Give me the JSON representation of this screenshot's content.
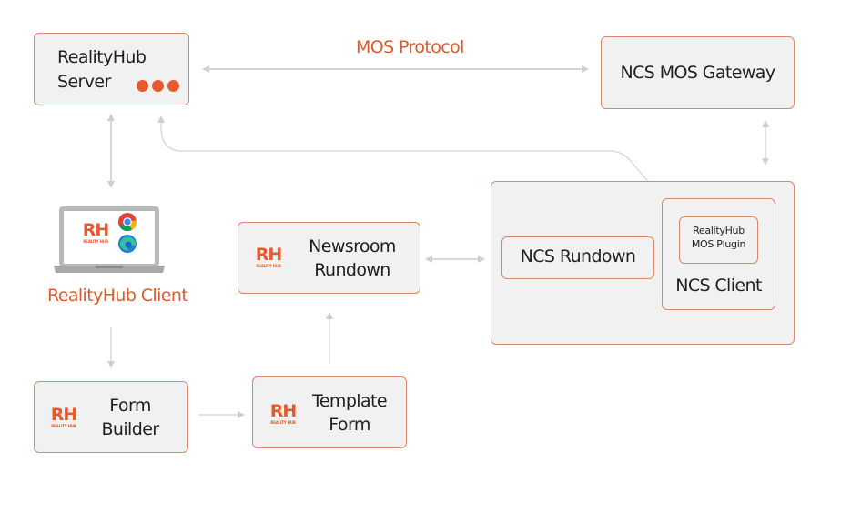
{
  "protocol_label": "MOS Protocol",
  "colors": {
    "accent": "#e8592b",
    "box_fill": "#f1f1f1",
    "box_border": "#d9866a",
    "arrow": "#cfcfcf"
  },
  "nodes": {
    "server": {
      "line1": "RealityHub",
      "line2": "Server",
      "icon": "three-dots-icon"
    },
    "gateway": {
      "label": "NCS MOS Gateway"
    },
    "client": {
      "label": "RealityHub Client",
      "icon": "laptop-icon",
      "browsers": [
        "chrome-icon",
        "edge-icon"
      ]
    },
    "newsroom": {
      "line1": "Newsroom",
      "line2": "Rundown",
      "logo": "RH",
      "logo_sub": "REALITY HUB"
    },
    "ncs_group": {
      "rundown": {
        "label": "NCS Rundown"
      },
      "client": {
        "label": "NCS Client"
      },
      "plugin": {
        "line1": "RealityHub",
        "line2": "MOS Plugin"
      }
    },
    "form_builder": {
      "line1": "Form",
      "line2": "Builder",
      "logo": "RH",
      "logo_sub": "REALITY HUB"
    },
    "template_form": {
      "line1": "Template",
      "line2": "Form",
      "logo": "RH",
      "logo_sub": "REALITY HUB"
    }
  },
  "edges": [
    {
      "from": "server",
      "to": "gateway",
      "direction": "both",
      "label": "MOS Protocol"
    },
    {
      "from": "server",
      "to": "client",
      "direction": "both"
    },
    {
      "from": "gateway",
      "to": "ncs_group",
      "direction": "both"
    },
    {
      "from": "plugin",
      "to": "server",
      "direction": "both"
    },
    {
      "from": "newsroom",
      "to": "ncs_group",
      "direction": "both"
    },
    {
      "from": "client",
      "to": "form_builder",
      "direction": "forward"
    },
    {
      "from": "form_builder",
      "to": "template_form",
      "direction": "forward"
    },
    {
      "from": "template_form",
      "to": "newsroom",
      "direction": "forward"
    }
  ]
}
